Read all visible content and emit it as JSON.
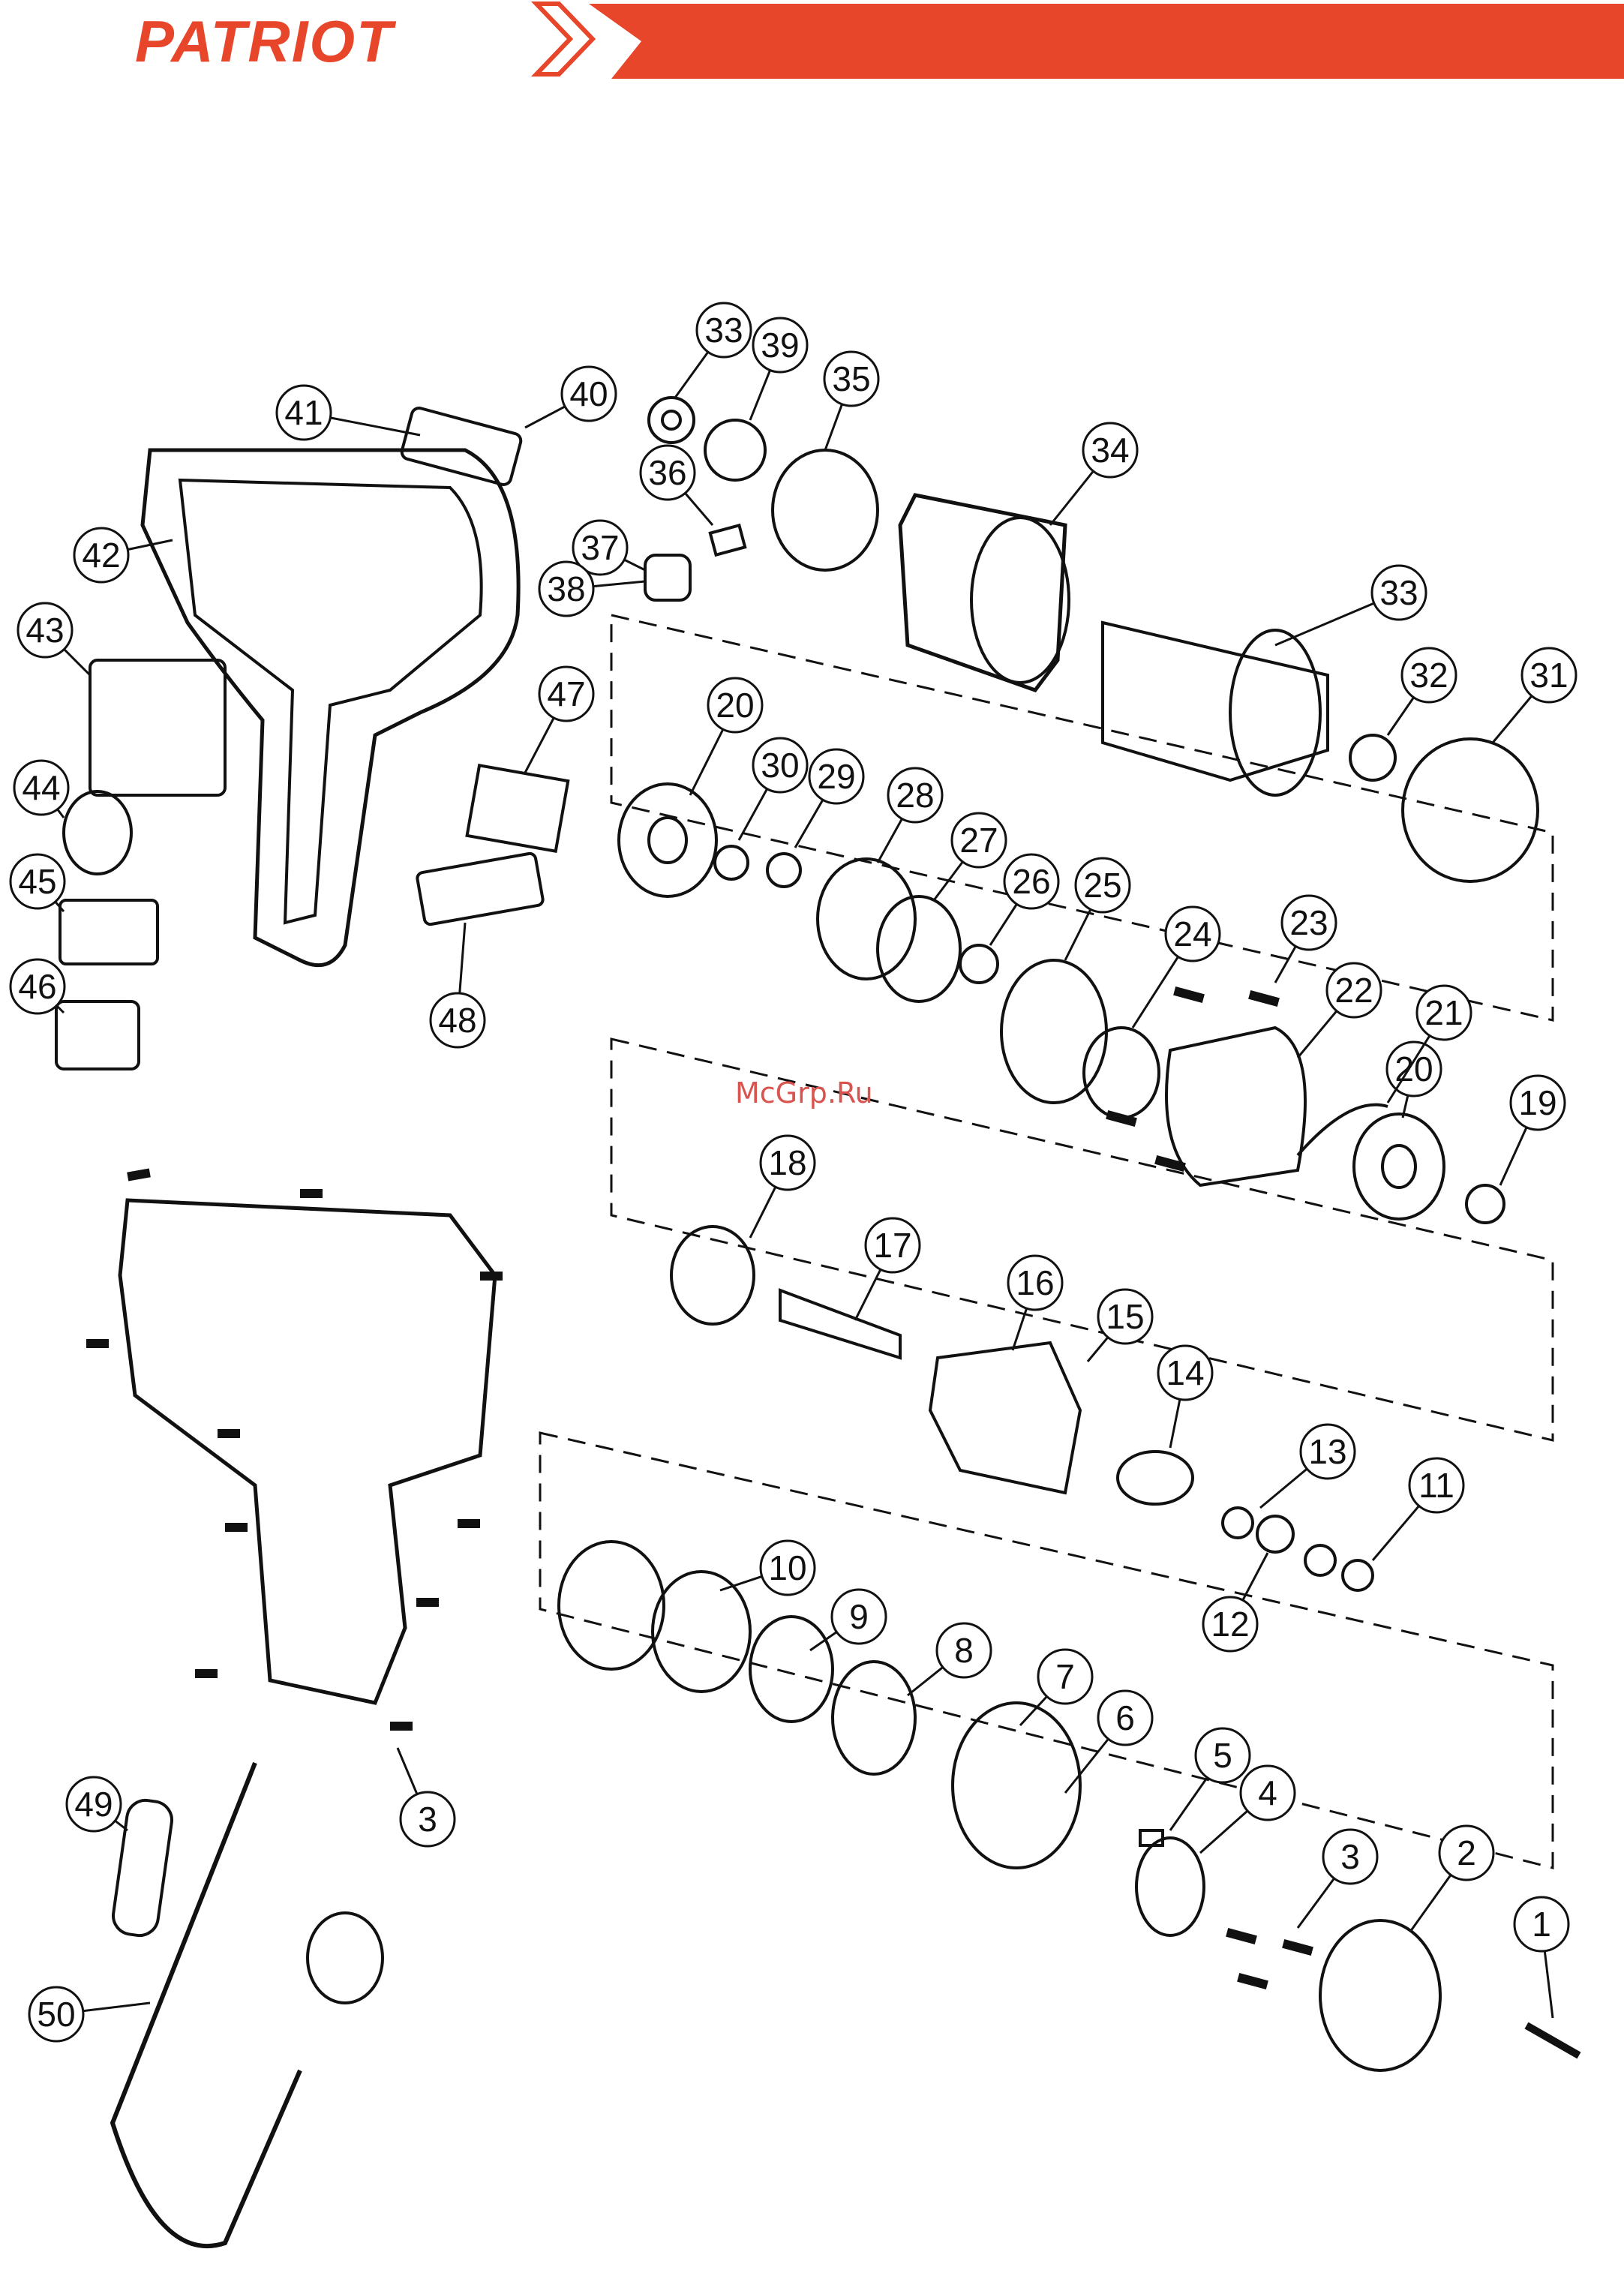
{
  "header": {
    "brand": "PATRIOT",
    "accent_color": "#e8462a"
  },
  "watermark": "McGrp.Ru",
  "part_numbers": [
    "1",
    "2",
    "3",
    "3",
    "4",
    "5",
    "6",
    "7",
    "8",
    "9",
    "10",
    "11",
    "12",
    "13",
    "14",
    "15",
    "16",
    "17",
    "18",
    "19",
    "20",
    "20",
    "21",
    "22",
    "23",
    "24",
    "25",
    "26",
    "27",
    "28",
    "29",
    "30",
    "31",
    "32",
    "33",
    "33",
    "34",
    "35",
    "36",
    "37",
    "38",
    "39",
    "40",
    "41",
    "42",
    "43",
    "44",
    "45",
    "46",
    "47",
    "48",
    "49",
    "50"
  ]
}
